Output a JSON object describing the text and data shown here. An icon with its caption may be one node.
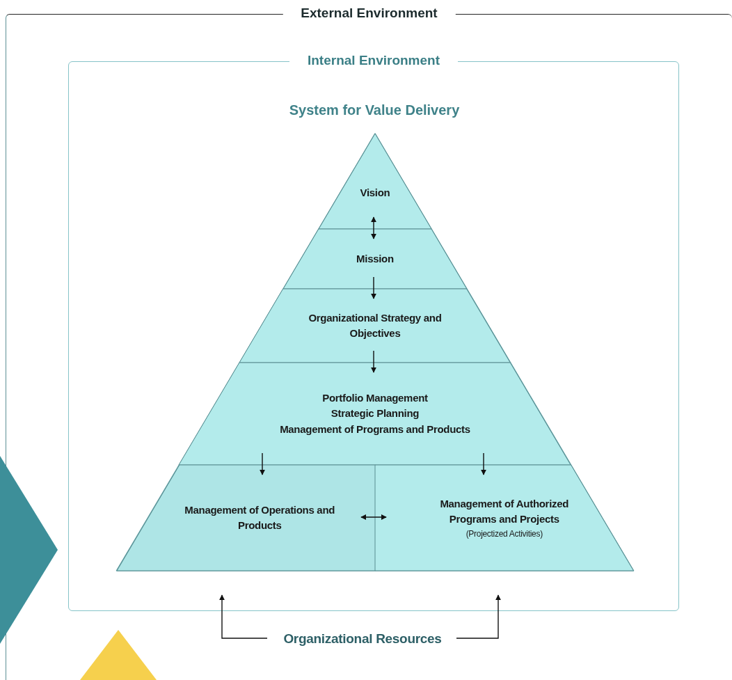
{
  "diagram": {
    "nodes": [
      {
        "text": [
          "External Environment"
        ]
      },
      {
        "text": [
          "Internal Environment"
        ],
        "in": 0
      },
      {
        "text": [
          "System for Value Delivery"
        ],
        "in": 1
      },
      {
        "text": [
          "Vision"
        ],
        "in": 2
      },
      {
        "text": [
          "Mission"
        ],
        "in": 2
      },
      {
        "text": [
          "Organizational Strategy and Objectives"
        ],
        "in": 2
      },
      {
        "text": [
          "Portfolio Management",
          "Strategic Planning",
          "Management of Programs and Products"
        ],
        "in": 2
      },
      {
        "text": [
          "Management of Operations and Products"
        ],
        "in": 2
      },
      {
        "text": [
          "Management of Authorized Programs and Projects",
          "(Projectized Activities)"
        ],
        "in": 2
      },
      {
        "text": [
          "Organizational Resources"
        ],
        "in": 0
      }
    ],
    "edges": [
      {
        "from": 3,
        "to": 4,
        "arrow": "both"
      },
      {
        "from": 4,
        "to": 5,
        "arrow": "to"
      },
      {
        "from": 5,
        "to": 6,
        "arrow": "to"
      },
      {
        "from": 6,
        "to": 7,
        "arrow": "to"
      },
      {
        "from": 6,
        "to": 8,
        "arrow": "to"
      },
      {
        "from": 7,
        "to": 8,
        "arrow": "both"
      },
      {
        "from": 9,
        "to": 7,
        "arrow": "to"
      },
      {
        "from": 9,
        "to": 8,
        "arrow": "to"
      }
    ]
  }
}
